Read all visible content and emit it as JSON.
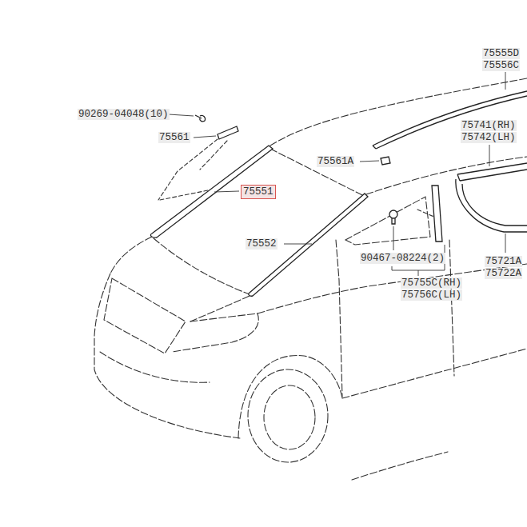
{
  "diagram": {
    "labels": [
      "75555D",
      "75556C",
      "90269-04048(10)",
      "75561",
      "75741(RH)",
      "75742(LH)",
      "75561A",
      "75551",
      "75552",
      "90467-08224(2)",
      "75755C(RH)",
      "75756C(LH)",
      "75721A",
      "75722A"
    ]
  }
}
